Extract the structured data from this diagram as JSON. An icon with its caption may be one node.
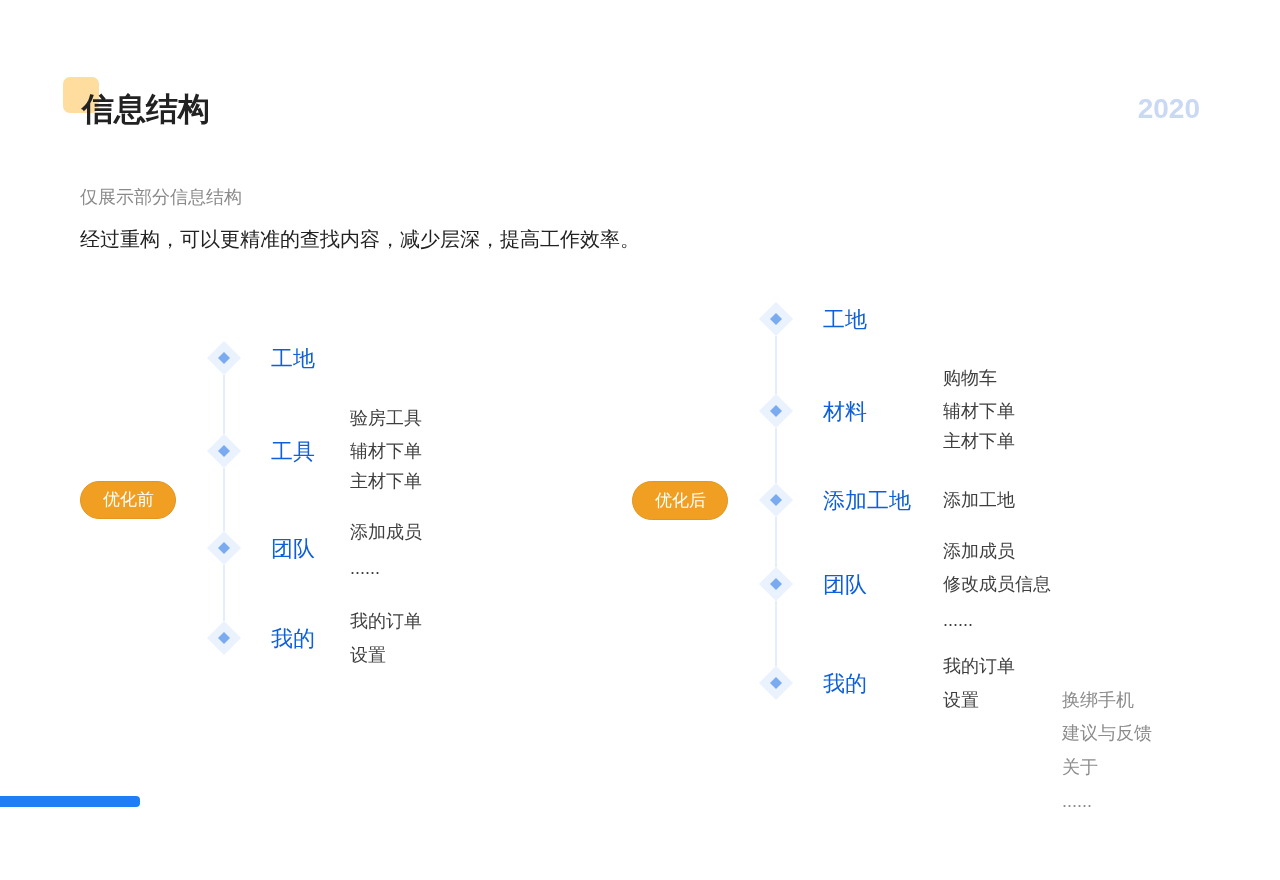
{
  "diagram": {
    "title": "信息结构",
    "nodes": [
      {
        "text": [
          "优化前"
        ]
      },
      {
        "text": [],
        "shape": "diamond",
        "beside": [
          "工地"
        ]
      },
      {
        "text": [],
        "shape": "diamond",
        "beside": [
          "工具",
          "验房工具",
          "辅材下单",
          "主材下单"
        ]
      },
      {
        "text": [],
        "shape": "diamond",
        "beside": [
          "团队",
          "添加成员",
          "......"
        ]
      },
      {
        "text": [],
        "shape": "diamond",
        "beside": [
          "我的",
          "我的订单",
          "设置"
        ]
      },
      {
        "text": [
          "优化后"
        ]
      },
      {
        "text": [],
        "shape": "diamond",
        "beside": [
          "工地"
        ]
      },
      {
        "text": [],
        "shape": "diamond",
        "beside": [
          "材料",
          "购物车",
          "辅材下单",
          "主材下单"
        ]
      },
      {
        "text": [],
        "shape": "diamond",
        "beside": [
          "添加工地",
          "添加工地"
        ]
      },
      {
        "text": [],
        "shape": "diamond",
        "beside": [
          "团队",
          "添加成员",
          "修改成员信息",
          "......"
        ]
      },
      {
        "text": [],
        "shape": "diamond",
        "beside": [
          "我的",
          "我的订单",
          "设置",
          "换绑手机",
          "建议与反馈",
          "关于",
          "......"
        ]
      }
    ],
    "edges": [
      {
        "from": 1,
        "to": 2,
        "arrow": "none"
      },
      {
        "from": 2,
        "to": 3,
        "arrow": "none"
      },
      {
        "from": 3,
        "to": 4,
        "arrow": "none"
      },
      {
        "from": 6,
        "to": 7,
        "arrow": "none"
      },
      {
        "from": 7,
        "to": 8,
        "arrow": "none"
      },
      {
        "from": 8,
        "to": 9,
        "arrow": "none"
      },
      {
        "from": 9,
        "to": 10,
        "arrow": "none"
      }
    ],
    "labels": [
      "2020",
      "仅展示部分信息结构",
      "经过重构，可以更精准的查找内容，减少层深，提高工作效率。"
    ]
  }
}
